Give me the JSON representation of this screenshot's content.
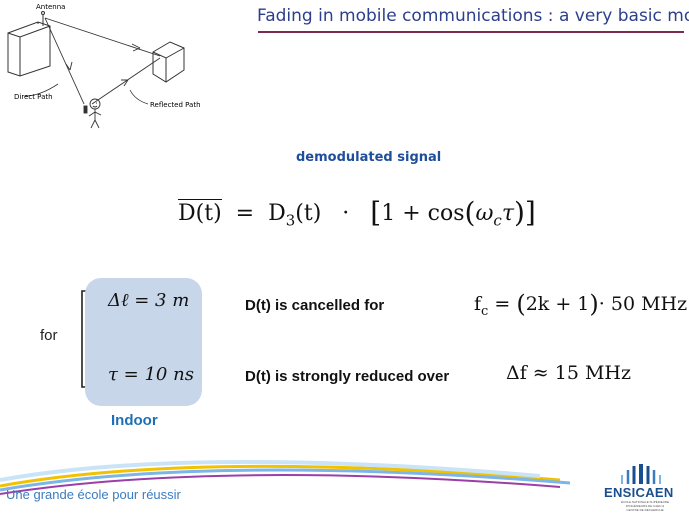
{
  "slide": {
    "title": "Fading in mobile communications : a very basic model",
    "subtitle": "demodulated signal"
  },
  "sketch": {
    "labels": {
      "antenna": "Antenna",
      "direct_path": "Direct Path",
      "reflected_path": "Reflected Path"
    }
  },
  "equation_main": {
    "lhs": "D(t)",
    "eq": "=",
    "d3": "D",
    "d3_sub": "3",
    "d3_arg": "(t)",
    "dot": "·",
    "lbracket": "[",
    "one_plus_cos": "1 + cos",
    "lparen": "(",
    "omega": "ω",
    "omega_sub": "c",
    "tau": "τ",
    "rparen": ")",
    "rbracket": "]"
  },
  "conditions": {
    "for_label": "for",
    "delta_l": "Δℓ = 3",
    "delta_l_unit": " m",
    "tau": "τ = 10",
    "tau_unit": " ns",
    "box_label": "Indoor"
  },
  "statements": {
    "cancelled": "D(t) is cancelled  for",
    "reduced": "D(t) is strongly reduced over"
  },
  "equation_fc": {
    "f": "f",
    "f_sub": "c",
    "eq": " = ",
    "lparen": "(",
    "inner": "2k + 1",
    "rparen": ")",
    "rest": "· 50 MHz"
  },
  "equation_df": {
    "text": "Δf ≈ 15 MHz"
  },
  "footer": {
    "tagline": "Une grande école pour réussir",
    "logo": "ENSICAEN",
    "logo_subtitle": "ÉCOLE NATIONALE SUPÉRIEURE D'INGÉNIEURS DE CAEN & CENTRE DE RECHERCHE"
  },
  "colors": {
    "title": "#2b3f8c",
    "title_rule": "#7b2a52",
    "subtitle": "#1f4e9a",
    "indoor_box": "#c8d6ea",
    "indoor_label": "#1f6fb4",
    "logo": "#1a4f8f"
  }
}
